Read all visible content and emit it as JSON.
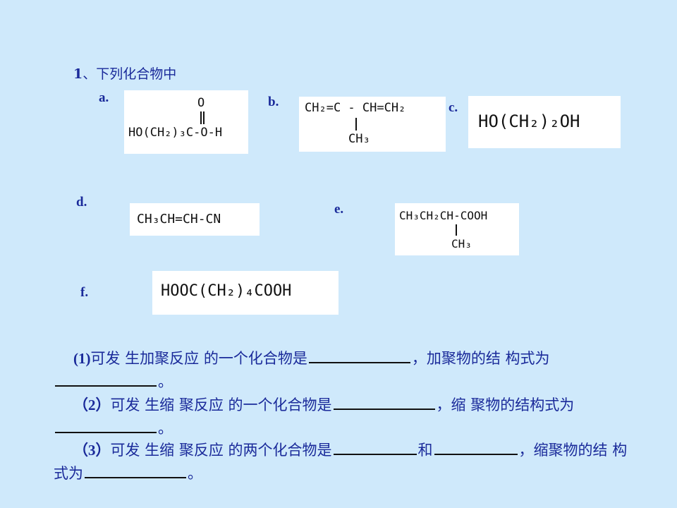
{
  "title": {
    "num": "1",
    "text": "、下列化合物中"
  },
  "labels": {
    "a": "a.",
    "b": "b.",
    "c": "c.",
    "d": "d.",
    "e": "e.",
    "f": "f."
  },
  "compounds": {
    "a": {
      "top": "O",
      "main": "HO(CH₂)₃C-O-H"
    },
    "b": {
      "main": "CH₂=C - CH=CH₂",
      "branch": "CH₃"
    },
    "c": {
      "main": "HO(CH₂)₂OH"
    },
    "d": {
      "main": "CH₃CH=CH-CN"
    },
    "e": {
      "main": "CH₃CH₂CH-COOH",
      "branch": "CH₃"
    },
    "f": {
      "main": "HOOC(CH₂)₄COOH"
    }
  },
  "questions": {
    "q1": {
      "num": "(1)",
      "p1": "可发 生加聚反应 的一个化合物是",
      "p2": "，加聚物的结 构式为",
      "end": "。"
    },
    "q2": {
      "num": "（2）",
      "p1": "可发 生缩 聚反应 的一个化合物是",
      "p2": "，缩 聚物的结构式为",
      "end": "。"
    },
    "q3": {
      "num": "（3）",
      "p1": "可发 生缩 聚反应 的两个化合物是",
      "and": "和",
      "p2": "，缩聚物的结 构式为",
      "end": "。"
    }
  }
}
